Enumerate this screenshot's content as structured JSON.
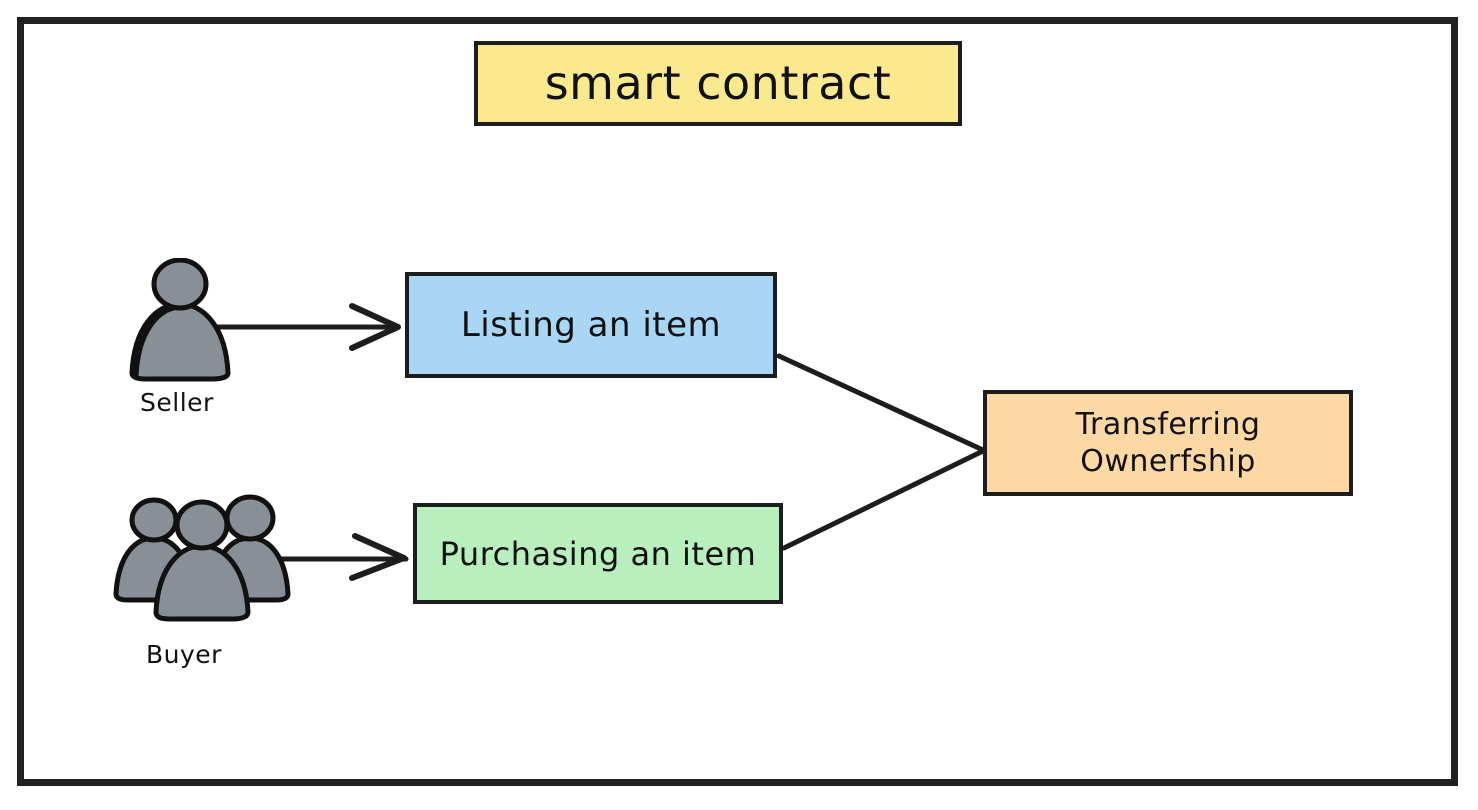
{
  "diagram": {
    "title_box": {
      "label": "smart contract",
      "fill": "#fae98f",
      "border": "#1d1d1d"
    },
    "nodes": [
      {
        "id": "listing",
        "label": "Listing an item",
        "fill": "#a9d6f5",
        "border": "#1d1d1d"
      },
      {
        "id": "purchasing",
        "label": "Purchasing an item",
        "fill": "#b8efbd",
        "border": "#1d1d1d"
      },
      {
        "id": "transfer",
        "label_line1": "Transferring",
        "label_line2": "Ownerfship",
        "fill": "#fcd9a4",
        "border": "#1d1d1d"
      }
    ],
    "actors": [
      {
        "id": "seller",
        "label": "Seller",
        "icon": "single-person-icon",
        "color": "#888f97",
        "count": 1
      },
      {
        "id": "buyer",
        "label": "Buyer",
        "icon": "group-of-people-icon",
        "color": "#888f97",
        "count": 3
      }
    ],
    "edges": [
      {
        "id": "seller-to-listing",
        "from": "seller",
        "to": "listing",
        "arrow": true
      },
      {
        "id": "buyer-to-purchasing",
        "from": "buyer",
        "to": "purchasing",
        "arrow": true
      },
      {
        "id": "listing-to-transfer",
        "from": "listing",
        "to": "transfer",
        "arrow": false
      },
      {
        "id": "purchasing-to-transfer",
        "from": "purchasing",
        "to": "transfer",
        "arrow": false
      }
    ],
    "frame": {
      "border_color": "#212121",
      "background": "#ffffff"
    }
  }
}
